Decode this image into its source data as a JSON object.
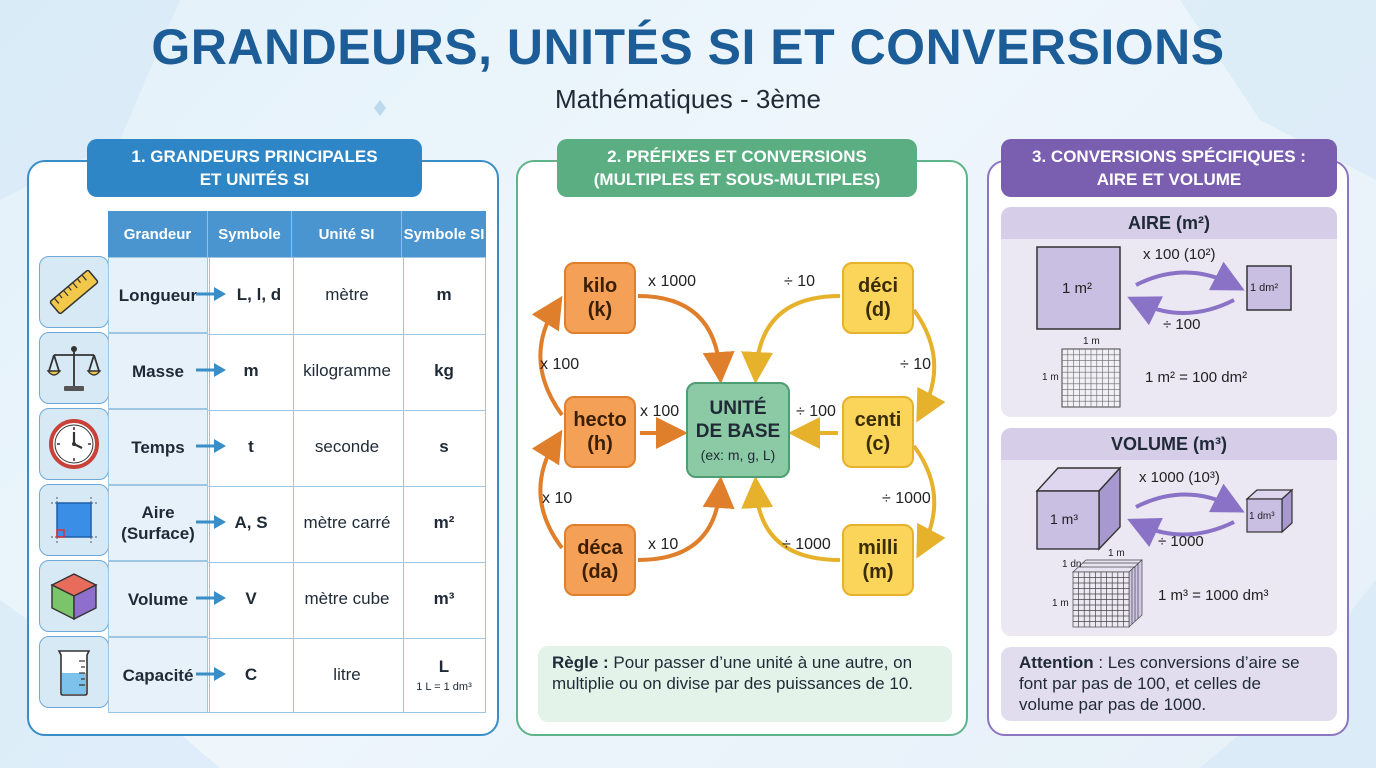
{
  "header": {
    "title": "GRANDEURS, UNITÉS SI ET CONVERSIONS",
    "subtitle": "Mathématiques - 3ème"
  },
  "panels": {
    "p1_title": "1. GRANDEURS PRINCIPALES\nET UNITÉS SI",
    "p2_title": "2. PRÉFIXES ET CONVERSIONS\n(MULTIPLES ET SOUS-MULTIPLES)",
    "p3_title": "3. CONVERSIONS SPÉCIFIQUES :\nAIRE ET VOLUME"
  },
  "table": {
    "headers": [
      "Grandeur",
      "Symbole",
      "Unité SI",
      "Symbole SI"
    ],
    "rows": [
      {
        "icon": "ruler-icon",
        "grandeur": "Longueur",
        "symbole": "L, l, d",
        "unite": "mètre",
        "symbole_si": "m",
        "note": ""
      },
      {
        "icon": "balance-scale-icon",
        "grandeur": "Masse",
        "symbole": "m",
        "unite": "kilogramme",
        "symbole_si": "kg",
        "note": ""
      },
      {
        "icon": "clock-icon",
        "grandeur": "Temps",
        "symbole": "t",
        "unite": "seconde",
        "symbole_si": "s",
        "note": ""
      },
      {
        "icon": "square-area-icon",
        "grandeur": "Aire (Surface)",
        "symbole": "A, S",
        "unite": "mètre carré",
        "symbole_si": "m²",
        "note": ""
      },
      {
        "icon": "cube-icon",
        "grandeur": "Volume",
        "symbole": "V",
        "unite": "mètre cube",
        "symbole_si": "m³",
        "note": ""
      },
      {
        "icon": "beaker-icon",
        "grandeur": "Capacité",
        "symbole": "C",
        "unite": "litre",
        "symbole_si": "L",
        "note": "1 L = 1 dm³"
      }
    ]
  },
  "prefixes": {
    "kilo": {
      "name": "kilo",
      "sym": "(k)"
    },
    "hecto": {
      "name": "hecto",
      "sym": "(h)"
    },
    "deca": {
      "name": "déca",
      "sym": "(da)"
    },
    "deci": {
      "name": "déci",
      "sym": "(d)"
    },
    "centi": {
      "name": "centi",
      "sym": "(c)"
    },
    "milli": {
      "name": "milli",
      "sym": "(m)"
    },
    "base": {
      "line1": "UNITÉ",
      "line2": "DE BASE",
      "line3": "(ex: m, g, L)"
    },
    "labels": {
      "kilo_base": "x 1000",
      "hecto_kilo": "x 100",
      "hecto_base": "x 100",
      "deca_hecto": "x 10",
      "deca_base": "x 10",
      "deci_base": "÷ 10",
      "centi_deci": "÷ 10",
      "centi_base": "÷ 100",
      "milli_centi": "÷ 1000",
      "milli_base": "÷ 1000"
    },
    "rule_label": "Règle :",
    "rule_text": " Pour passer d’une unité à une autre, on multiplie ou on divise par des puissances de 10."
  },
  "conversions": {
    "aire": {
      "title": "AIRE (m²)",
      "big": "1 m²",
      "small": "1 dm²",
      "mult": "x 100 (10²)",
      "div": "÷ 100",
      "grid_top": "1 m",
      "grid_left": "1 m",
      "equality": "1 m² = 100 dm²"
    },
    "volume": {
      "title": "VOLUME (m³)",
      "big": "1 m³",
      "small": "1 dm³",
      "mult": "x 1000 (10³)",
      "div": "÷ 1000",
      "grid_top": "1 m",
      "grid_side": "1 dn",
      "grid_left": "1 m",
      "equality": "1 m³ = 1000 dm³"
    },
    "attention_label": "Attention",
    "attention_text": " : Les conversions d’aire se font par pas de 100, et celles de volume par pas de 1000."
  },
  "colors": {
    "title": "#1c5d97",
    "blue": "#2f86c6",
    "green": "#5aae82",
    "purple": "#7a5fb0",
    "orange": "#e07f2b",
    "yellow": "#e6b22b"
  }
}
